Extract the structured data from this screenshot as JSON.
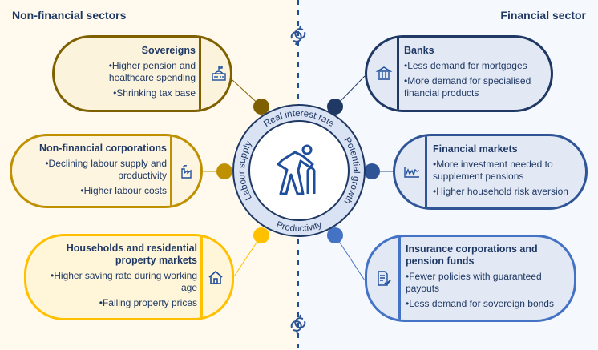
{
  "headers": {
    "left": "Non-financial sectors",
    "right": "Financial sector"
  },
  "center": {
    "labels": [
      "Real interest rate",
      "Potential growth",
      "Productivity",
      "Labour supply"
    ],
    "icon": "elderly-person-with-cane-icon"
  },
  "left_boxes": [
    {
      "title": "Sovereigns",
      "items": [
        "•Higher pension and healthcare spending",
        "•Shrinking tax base"
      ],
      "icon": "government-building-icon",
      "color": "#7f6000"
    },
    {
      "title": "Non-financial corporations",
      "items": [
        "•Declining labour supply and productivity",
        "•Higher labour costs"
      ],
      "icon": "factory-icon",
      "color": "#bf9000"
    },
    {
      "title": "Households and residential property markets",
      "items": [
        "•Higher saving rate during working age",
        "•Falling property prices"
      ],
      "icon": "house-icon",
      "color": "#ffc000"
    }
  ],
  "right_boxes": [
    {
      "title": "Banks",
      "items": [
        "•Less demand for mortgages",
        "•More demand for specialised financial products"
      ],
      "icon": "bank-icon",
      "color": "#1f3864"
    },
    {
      "title": "Financial markets",
      "items": [
        "•More investment needed to supplement pensions",
        "•Higher household risk aversion"
      ],
      "icon": "market-chart-icon",
      "color": "#2f5597"
    },
    {
      "title": "Insurance corporations and pension funds",
      "items": [
        "•Fewer policies with guaranteed payouts",
        "•Less demand for sovereign bonds"
      ],
      "icon": "policy-document-icon",
      "color": "#4472c4"
    }
  ]
}
